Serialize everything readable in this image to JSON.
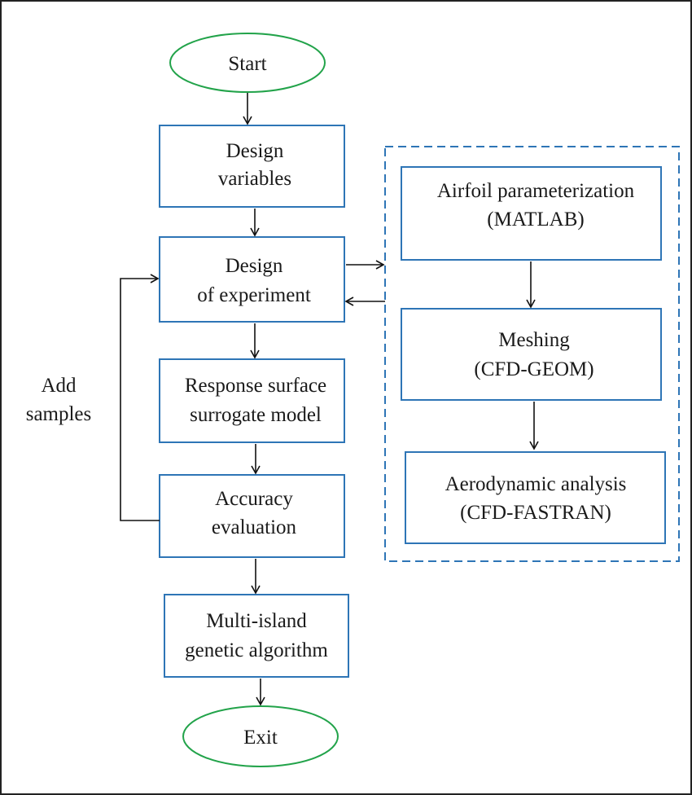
{
  "colors": {
    "box_stroke": "#2e75b6",
    "terminal_stroke": "#22a34a",
    "arrow": "#111111",
    "frame": "#222222"
  },
  "nodes": {
    "start": "Start",
    "design_variables": [
      "Design",
      "variables"
    ],
    "design_of_experiment": [
      "Design",
      "of experiment"
    ],
    "response_surface": [
      "Response surface",
      "surrogate model"
    ],
    "accuracy_evaluation": [
      "Accuracy",
      "evaluation"
    ],
    "multi_island": [
      "Multi-island",
      "genetic algorithm"
    ],
    "exit": "Exit",
    "airfoil": [
      "Airfoil parameterization",
      "(MATLAB)"
    ],
    "meshing": [
      "Meshing",
      "(CFD-GEOM)"
    ],
    "aero": [
      "Aerodynamic analysis",
      "(CFD-FASTRAN)"
    ]
  },
  "side_label": [
    "Add",
    "samples"
  ]
}
